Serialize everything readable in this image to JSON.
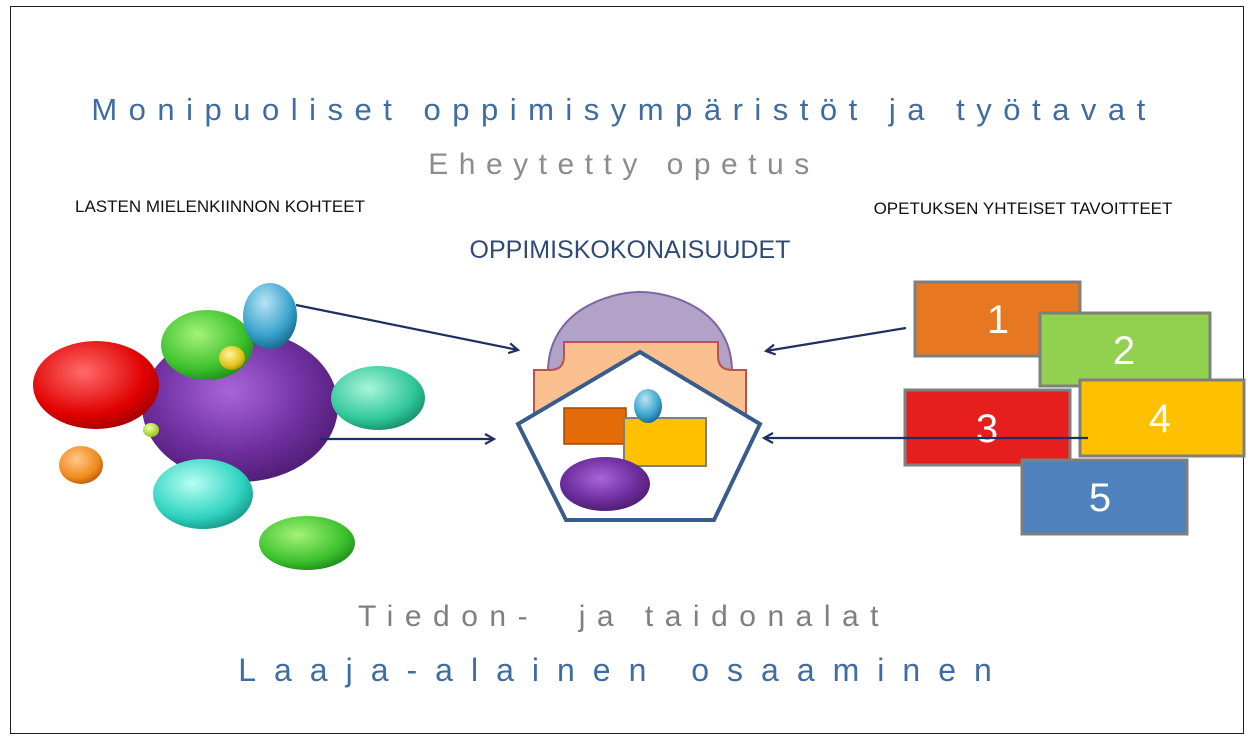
{
  "title": "Monipuoliset oppimisympäristöt ja työtavat",
  "subtitle": "Eheytetty opetus",
  "left_label": "LASTEN MIELENKIINNON KOHTEET",
  "right_label": "OPETUKSEN YHTEISET TAVOITTEET",
  "center_label": "OPPIMISKOKONAISUUDET",
  "bottom_line1": "Tiedon-  ja taidonalat",
  "bottom_line2": "Laaja-alainen osaaminen",
  "blocks": [
    {
      "label": "1",
      "color": "#e87722"
    },
    {
      "label": "2",
      "color": "#92d050"
    },
    {
      "label": "3",
      "color": "#e61e1e"
    },
    {
      "label": "4",
      "color": "#ffc000"
    },
    {
      "label": "5",
      "color": "#4f81bd"
    }
  ],
  "colors": {
    "title_blue": "#3f6da1",
    "gray_text": "#8c8c8c",
    "arrow": "#1f2f5f",
    "purple": "#7030a0"
  }
}
